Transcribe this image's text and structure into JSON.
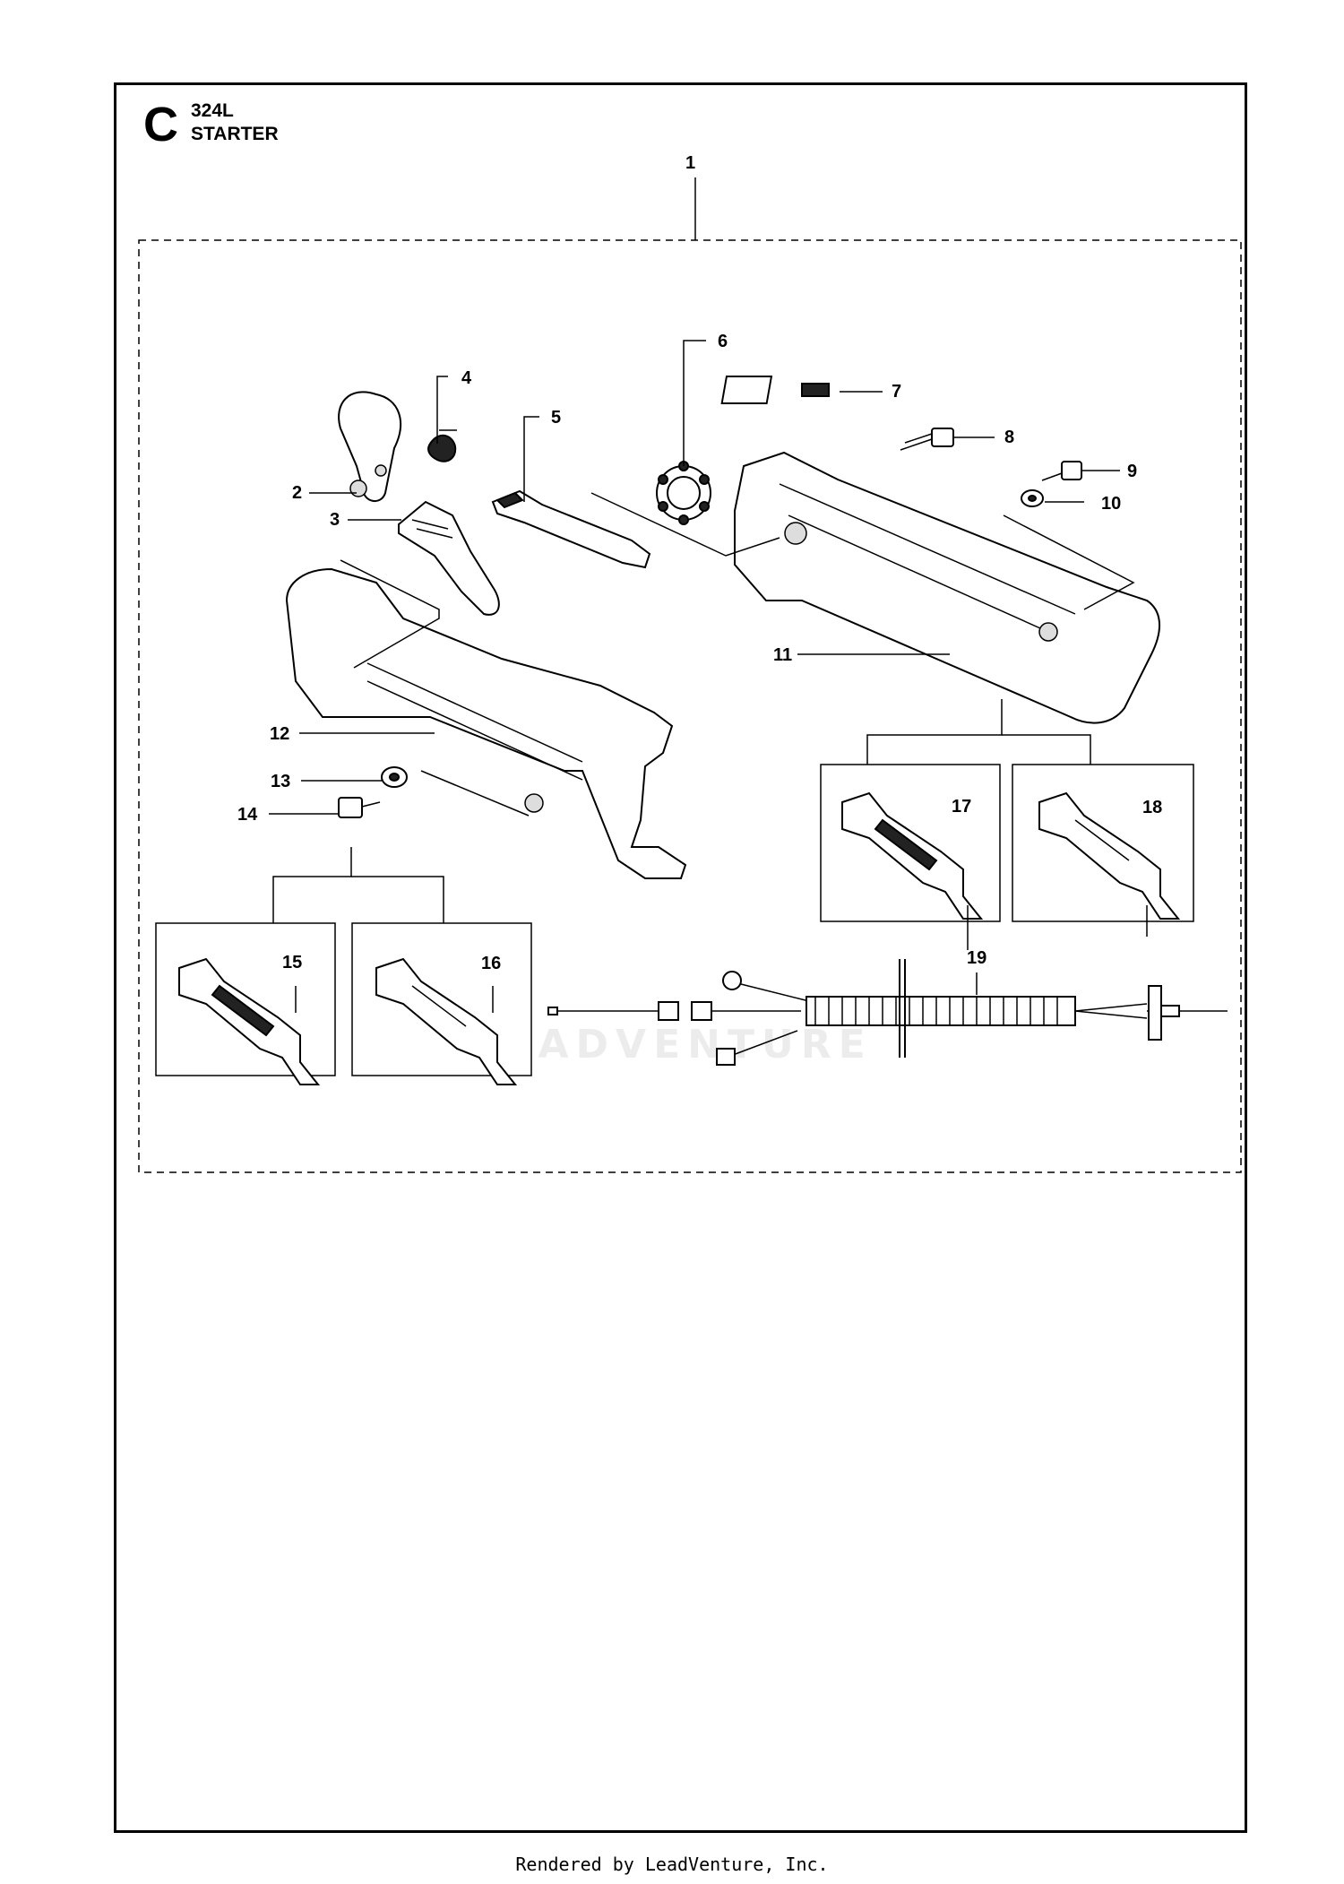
{
  "section": {
    "letter": "C",
    "model": "324L",
    "title": "STARTER"
  },
  "watermark": "LEADVENTURE",
  "footer": "Rendered by LeadVenture, Inc.",
  "callouts": [
    "1",
    "2",
    "3",
    "4",
    "5",
    "6",
    "7",
    "8",
    "9",
    "10",
    "11",
    "12",
    "13",
    "14",
    "15",
    "16",
    "17",
    "18",
    "19"
  ]
}
